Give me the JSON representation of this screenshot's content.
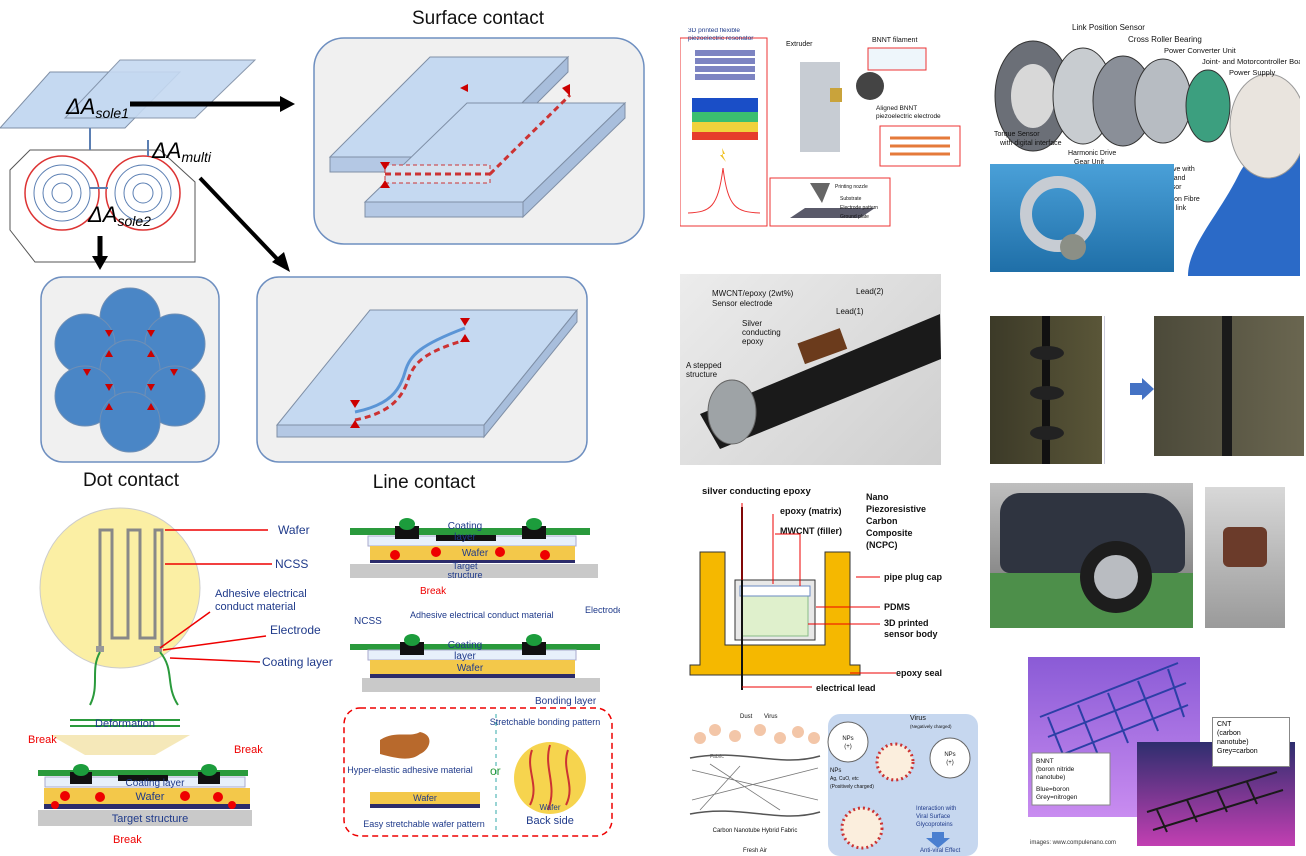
{
  "contact": {
    "label_sole1": "ΔA",
    "sub_sole1": "sole1",
    "label_multi": "ΔA",
    "sub_multi": "multi",
    "label_sole2": "ΔA",
    "sub_sole2": "sole2",
    "surface_title": "Surface contact",
    "dot_title": "Dot contact",
    "line_title": "Line contact"
  },
  "ncss_left": {
    "wafer": "Wafer",
    "ncss": "NCSS",
    "adhesive": "Adhesive electrical conduct material",
    "electrode": "Electrode",
    "coating": "Coating layer",
    "deformation": "Deformation",
    "break_left": "Break",
    "break_right": "Break",
    "break_bottom": "Break",
    "coating_layer": "Coating layer",
    "wafer_layer": "Wafer",
    "target": "Target structure"
  },
  "ncss_right": {
    "coating": "Coating",
    "layer": "layer",
    "wafer": "Wafer",
    "target": "Target",
    "structure": "structure",
    "break": "Break",
    "ncss": "NCSS",
    "adhesive": "Adhesive electrical conduct material",
    "electrode": "Electrode",
    "coating2": "Coating",
    "layer2": "layer",
    "wafer2": "Wafer",
    "bonding": "Bonding layer",
    "hyper": "Hyper-elastic  adhesive material",
    "or": "or",
    "stretch_bond": "Stretchable  bonding pattern",
    "wafer3": "Wafer",
    "easy": "Easy stretchable  wafer pattern",
    "wafer4": "Wafer",
    "back": "Back side"
  },
  "bnnt": {
    "resonator": "3D printed flexible piezoelectric resonator",
    "extruder": "Extruder",
    "filament": "BNNT filament",
    "aligned": "Aligned BNNT piezoelectric electrode",
    "nozzle": "Printing nozzle",
    "substrate": "Substrate",
    "pattern": "Electrode pattern",
    "ground": "Ground plate"
  },
  "robot": {
    "link_pos": "Link Position Sensor",
    "cross": "Cross Roller Bearing",
    "power_conv": "Power Converter Unit",
    "joint": "Joint- and Motorcontroller Board",
    "power_supply": "Power Supply",
    "torque": "Torque Sensor",
    "digital": "with digital interface",
    "harmonic": "Harmonic Drive",
    "gear": "Gear Unit",
    "drive_with": "Drive with",
    "ne_and": "ne and",
    "ensor": "ensor",
    "carbon_fibre": "arbon Fibre",
    "bot_link": "bot link"
  },
  "sensor_photo": {
    "mwcnt": "MWCNT/epoxy (2wt%)",
    "sensor_electrode": "Sensor electrode",
    "lead2": "Lead(2)",
    "lead1": "Lead(1)",
    "silver": "Silver",
    "conducting": "conducting",
    "epoxy": "epoxy",
    "stepped": "A stepped",
    "structure": "structure"
  },
  "ncpc": {
    "silver": "silver conducting epoxy",
    "epoxy_matrix": "epoxy (matrix)",
    "mwcnt_filler": "MWCNT (filler)",
    "nano": "Nano",
    "piezo": "Piezoresistive",
    "carbon": "Carbon",
    "composite": "Composite",
    "ncpc": "(NCPC)",
    "pipe": "pipe plug cap",
    "pdms": "PDMS",
    "body1": "3D printed",
    "body2": "sensor body",
    "seal": "epoxy seal",
    "lead": "electrical lead"
  },
  "fabric": {
    "dust": "Dust",
    "virus_top": "Virus",
    "fabric": "Fabric",
    "hybrid": "Carbon Nanotube Hybrid Fabric",
    "fresh": "Fresh Air",
    "virus": "Virus",
    "neg": "(Negatively charged)",
    "nps_plus": "NPs",
    "plus": "(+)",
    "nps": "NPs",
    "ag": "Ag, CuO, etc",
    "pos": "(Positively charged)",
    "interaction1": "Interaction with",
    "interaction2": "Viral Surface",
    "interaction3": "Glycoproteins",
    "antiviral": "Anti-viral Effect"
  },
  "nanotube": {
    "cnt": "CNT",
    "carbon": "(carbon",
    "nanotube": "nanotube)",
    "grey_carbon": "Grey=carbon",
    "bnnt": "BNNT",
    "boron": "(boron nitride",
    "bn_nanotube": "nanotube)",
    "blue": "Blue=boron",
    "grey_n": "Grey=nitrogen",
    "credit": "images: www.compulenano.com"
  }
}
